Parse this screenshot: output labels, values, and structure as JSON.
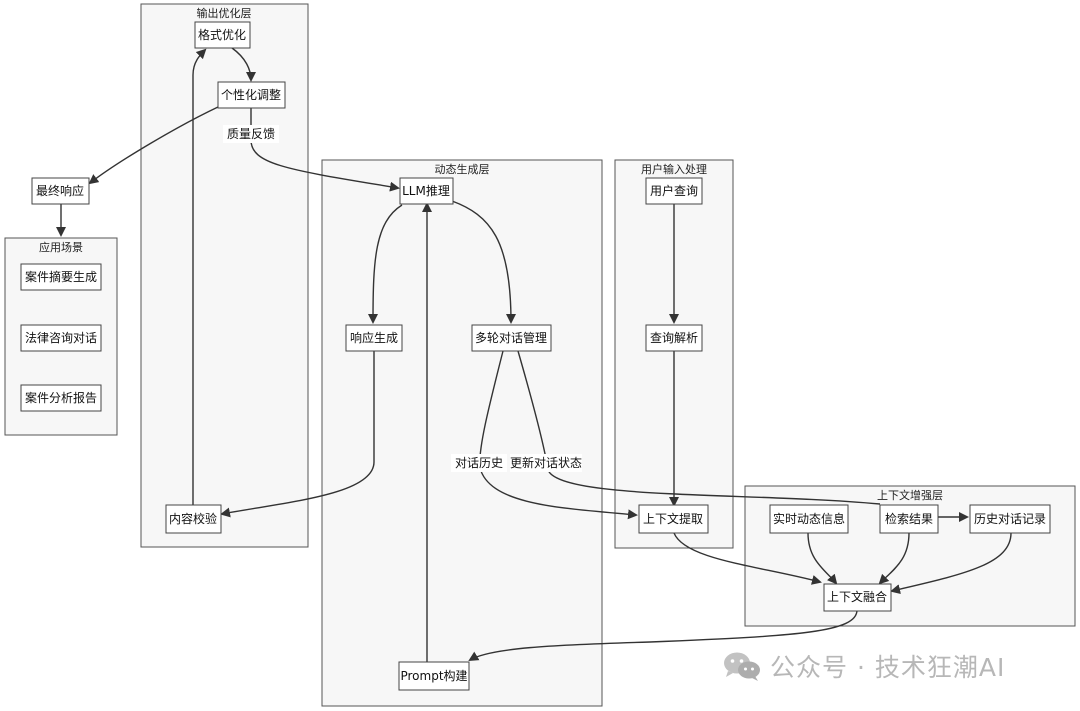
{
  "clusters": {
    "output": "输出优化层",
    "dynamic": "动态生成层",
    "input": "用户输入处理",
    "context": "上下文增强层",
    "app": "应用场景"
  },
  "nodes": {
    "format": "格式优化",
    "personal": "个性化调整",
    "final": "最终响应",
    "verify": "内容校验",
    "llm": "LLM推理",
    "respgen": "响应生成",
    "multiturn": "多轮对话管理",
    "prompt": "Prompt构建",
    "userquery": "用户查询",
    "parse": "查询解析",
    "extract": "上下文提取",
    "realtime": "实时动态信息",
    "search": "检索结果",
    "history": "历史对话记录",
    "fusion": "上下文融合",
    "summary": "案件摘要生成",
    "consult": "法律咨询对话",
    "report": "案件分析报告"
  },
  "edge_labels": {
    "quality": "质量反馈",
    "dialog_history": "对话历史",
    "update_state": "更新对话状态"
  },
  "watermark": {
    "icon": "wechat-icon",
    "text": "公众号 · 技术狂潮AI"
  }
}
